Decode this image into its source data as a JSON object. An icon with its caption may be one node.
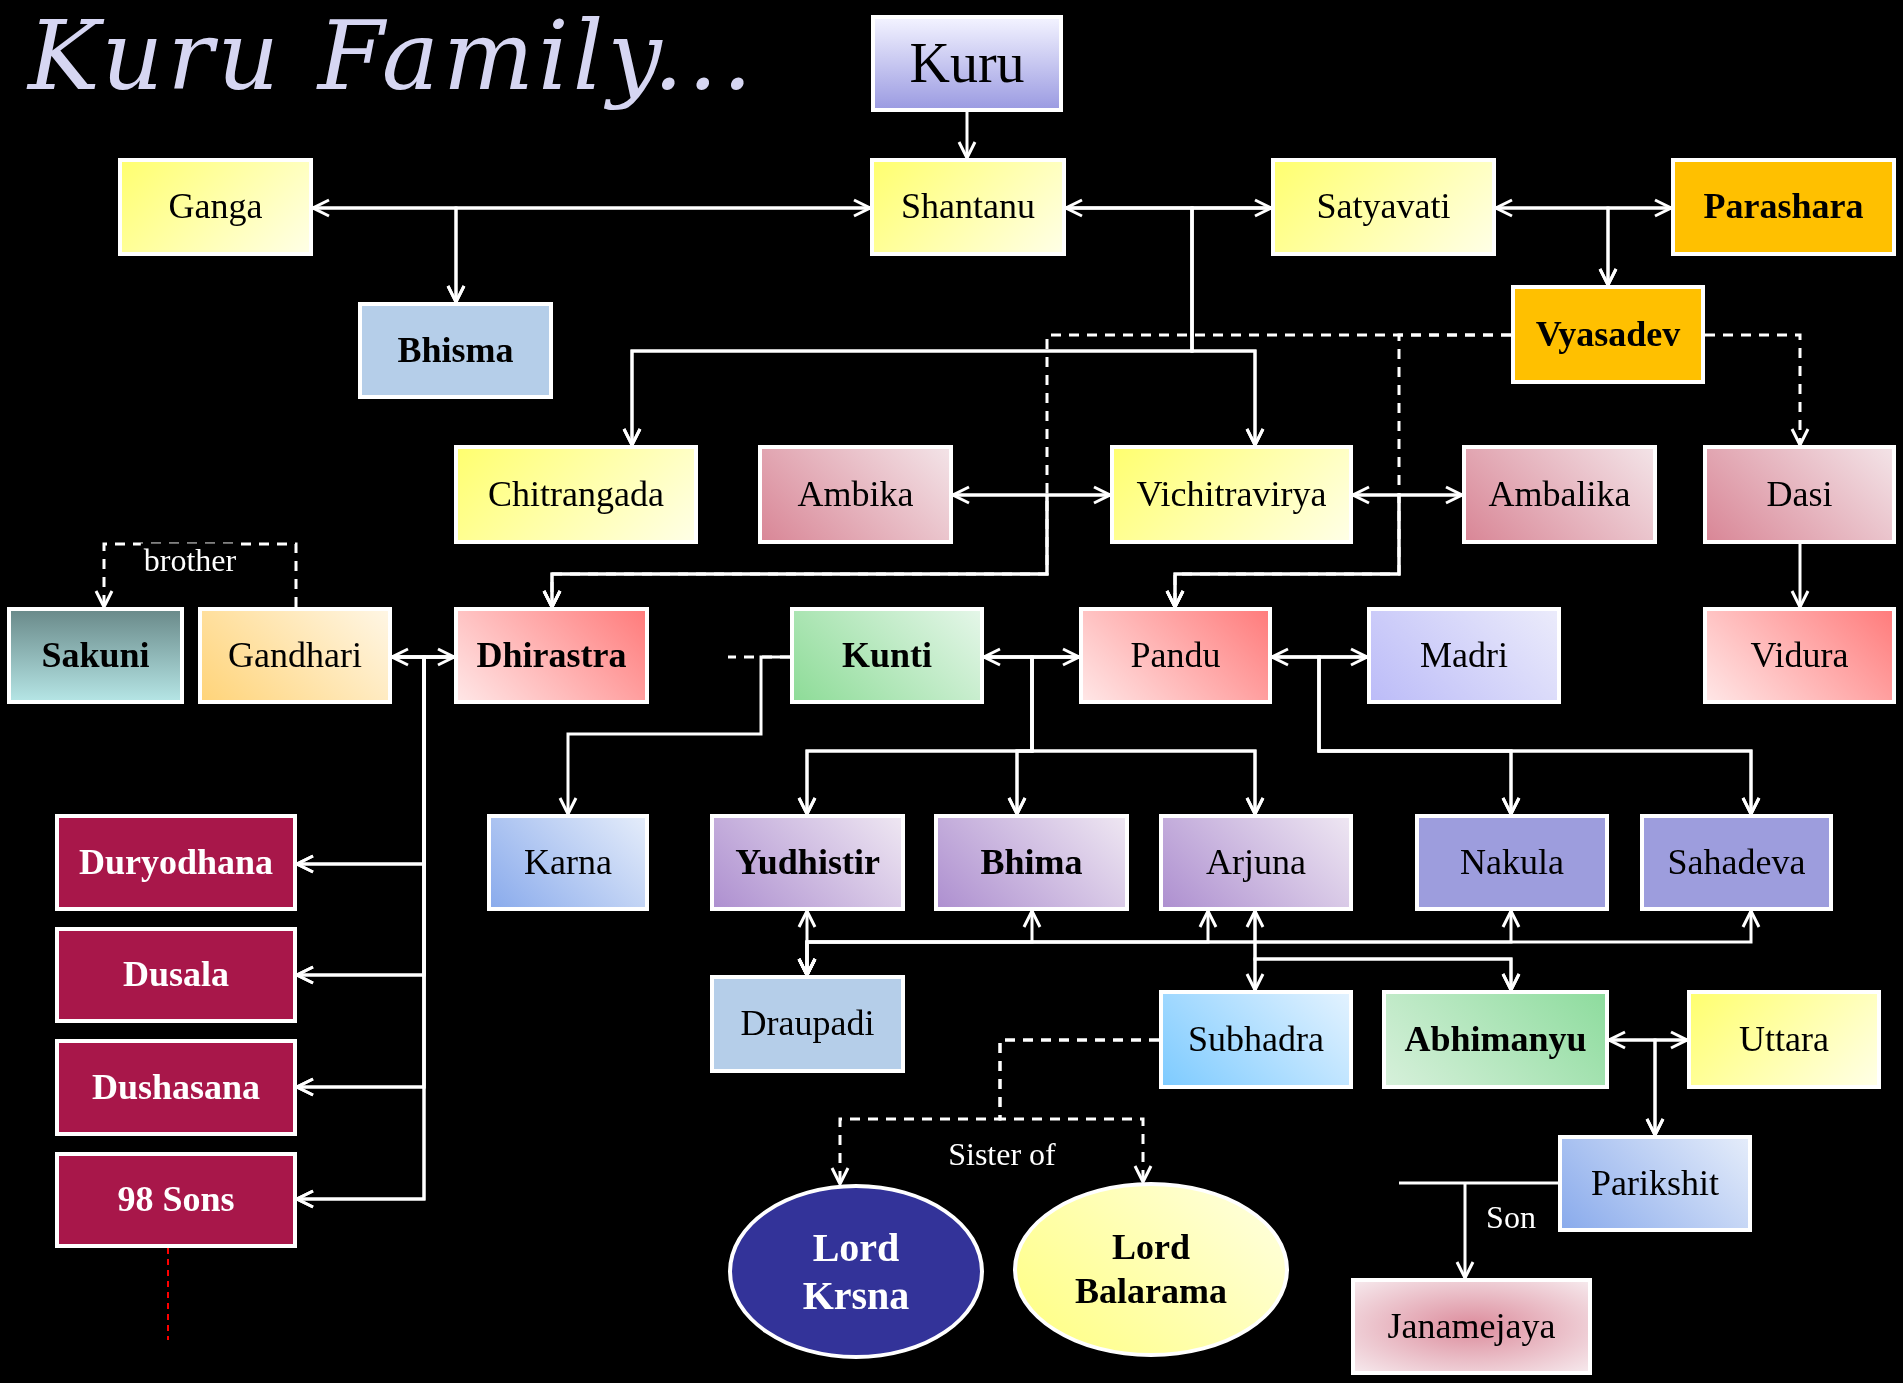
{
  "diagram": {
    "title": "Kuru Family...",
    "nodes": [
      {
        "text": [
          "Kuru"
        ]
      },
      {
        "text": [
          "Ganga"
        ]
      },
      {
        "text": [
          "Shantanu"
        ]
      },
      {
        "text": [
          "Satyavati"
        ]
      },
      {
        "text": [
          "Parashara"
        ]
      },
      {
        "text": [
          "Bhisma"
        ]
      },
      {
        "text": [
          "Vyasadev"
        ]
      },
      {
        "text": [
          "Chitrangada"
        ]
      },
      {
        "text": [
          "Ambika"
        ]
      },
      {
        "text": [
          "Vichitravirya"
        ]
      },
      {
        "text": [
          "Ambalika"
        ]
      },
      {
        "text": [
          "Dasi"
        ]
      },
      {
        "text": [
          "Sakuni"
        ]
      },
      {
        "text": [
          "Gandhari"
        ]
      },
      {
        "text": [
          "Dhirastra"
        ]
      },
      {
        "text": [
          "Kunti"
        ]
      },
      {
        "text": [
          "Pandu"
        ]
      },
      {
        "text": [
          "Madri"
        ]
      },
      {
        "text": [
          "Vidura"
        ]
      },
      {
        "text": [
          "Duryodhana"
        ]
      },
      {
        "text": [
          "Dusala"
        ]
      },
      {
        "text": [
          "Dushasana"
        ]
      },
      {
        "text": [
          "98 Sons"
        ]
      },
      {
        "text": [
          "Karna"
        ]
      },
      {
        "text": [
          "Yudhistir"
        ]
      },
      {
        "text": [
          "Bhima"
        ]
      },
      {
        "text": [
          "Arjuna"
        ]
      },
      {
        "text": [
          "Nakula"
        ]
      },
      {
        "text": [
          "Sahadeva"
        ]
      },
      {
        "text": [
          "Draupadi"
        ]
      },
      {
        "text": [
          "Subhadra"
        ]
      },
      {
        "text": [
          "Abhimanyu"
        ]
      },
      {
        "text": [
          "Uttara"
        ]
      },
      {
        "text": [
          "Lord Krsna"
        ]
      },
      {
        "text": [
          "Lord Balarama"
        ]
      },
      {
        "text": [
          "Parikshit"
        ]
      },
      {
        "text": [
          "Janamejaya"
        ]
      }
    ],
    "edges": [
      {
        "from": 0,
        "to": 2,
        "arrow": "to"
      },
      {
        "from": 1,
        "to": 2,
        "arrow": "both"
      },
      {
        "from": 1,
        "to": 5,
        "arrow": "to"
      },
      {
        "from": 2,
        "to": 5,
        "arrow": "to"
      },
      {
        "from": 2,
        "to": 3,
        "arrow": "both"
      },
      {
        "from": 3,
        "to": 4,
        "arrow": "both"
      },
      {
        "from": 3,
        "to": 6,
        "arrow": "to"
      },
      {
        "from": 4,
        "to": 6,
        "arrow": "to"
      },
      {
        "from": 2,
        "to": 7,
        "arrow": "to"
      },
      {
        "from": 3,
        "to": 7,
        "arrow": "to"
      },
      {
        "from": 2,
        "to": 9,
        "arrow": "to"
      },
      {
        "from": 3,
        "to": 9,
        "arrow": "to"
      },
      {
        "from": 8,
        "to": 9,
        "arrow": "both"
      },
      {
        "from": 9,
        "to": 10,
        "arrow": "both"
      },
      {
        "from": 6,
        "to": 14,
        "arrow": "to",
        "style": "dashed"
      },
      {
        "from": 8,
        "to": 14,
        "arrow": "to"
      },
      {
        "from": 9,
        "to": 14,
        "arrow": "to"
      },
      {
        "from": 6,
        "to": 16,
        "arrow": "to",
        "style": "dashed"
      },
      {
        "from": 9,
        "to": 16,
        "arrow": "to"
      },
      {
        "from": 10,
        "to": 16,
        "arrow": "to"
      },
      {
        "from": 6,
        "to": 11,
        "arrow": "to",
        "style": "dashed"
      },
      {
        "from": 11,
        "to": 18,
        "arrow": "to"
      },
      {
        "from": 13,
        "to": 12,
        "arrow": "to",
        "style": "dashed",
        "label": "brother"
      },
      {
        "from": 13,
        "to": 14,
        "arrow": "both"
      },
      {
        "from": 13,
        "to": 19,
        "arrow": "to"
      },
      {
        "from": 13,
        "to": 20,
        "arrow": "to"
      },
      {
        "from": 13,
        "to": 21,
        "arrow": "to"
      },
      {
        "from": 13,
        "to": 22,
        "arrow": "to"
      },
      {
        "from": 14,
        "to": 19,
        "arrow": "to"
      },
      {
        "from": 14,
        "to": 20,
        "arrow": "to"
      },
      {
        "from": 14,
        "to": 21,
        "arrow": "to"
      },
      {
        "from": 14,
        "to": 22,
        "arrow": "to"
      },
      {
        "from": 15,
        "to": null,
        "arrow": "none",
        "style": "dashed"
      },
      {
        "from": 15,
        "to": 23,
        "arrow": "to"
      },
      {
        "from": 15,
        "to": 24,
        "arrow": "to"
      },
      {
        "from": 15,
        "to": 25,
        "arrow": "to"
      },
      {
        "from": 15,
        "to": 26,
        "arrow": "to"
      },
      {
        "from": 16,
        "to": 24,
        "arrow": "to"
      },
      {
        "from": 16,
        "to": 25,
        "arrow": "to"
      },
      {
        "from": 16,
        "to": 26,
        "arrow": "to"
      },
      {
        "from": 16,
        "to": 17,
        "arrow": "both"
      },
      {
        "from": 16,
        "to": 27,
        "arrow": "to"
      },
      {
        "from": 16,
        "to": 28,
        "arrow": "to"
      },
      {
        "from": 17,
        "to": 27,
        "arrow": "to"
      },
      {
        "from": 17,
        "to": 28,
        "arrow": "to"
      },
      {
        "from": 24,
        "to": 29,
        "arrow": "both"
      },
      {
        "from": 29,
        "to": 25,
        "arrow": "both"
      },
      {
        "from": 29,
        "to": 26,
        "arrow": "both"
      },
      {
        "from": 29,
        "to": 27,
        "arrow": "both"
      },
      {
        "from": 29,
        "to": 28,
        "arrow": "both"
      },
      {
        "from": 26,
        "to": 30,
        "arrow": "both"
      },
      {
        "from": 26,
        "to": 31,
        "arrow": "to"
      },
      {
        "from": 30,
        "to": 31,
        "arrow": "to"
      },
      {
        "from": 31,
        "to": 32,
        "arrow": "both"
      },
      {
        "from": 31,
        "to": 35,
        "arrow": "to"
      },
      {
        "from": 32,
        "to": 35,
        "arrow": "to"
      },
      {
        "from": 35,
        "to": 36,
        "arrow": "to",
        "label": "Son"
      },
      {
        "from": 30,
        "to": 33,
        "arrow": "to",
        "style": "dashed",
        "label": "Sister of"
      },
      {
        "from": 30,
        "to": 34,
        "arrow": "to",
        "style": "dashed"
      },
      {
        "from": 22,
        "to": null,
        "arrow": "none",
        "style": "dashed",
        "color": "#ff0000"
      },
      {
        "from": 15,
        "to": 16,
        "arrow": "both"
      }
    ]
  }
}
